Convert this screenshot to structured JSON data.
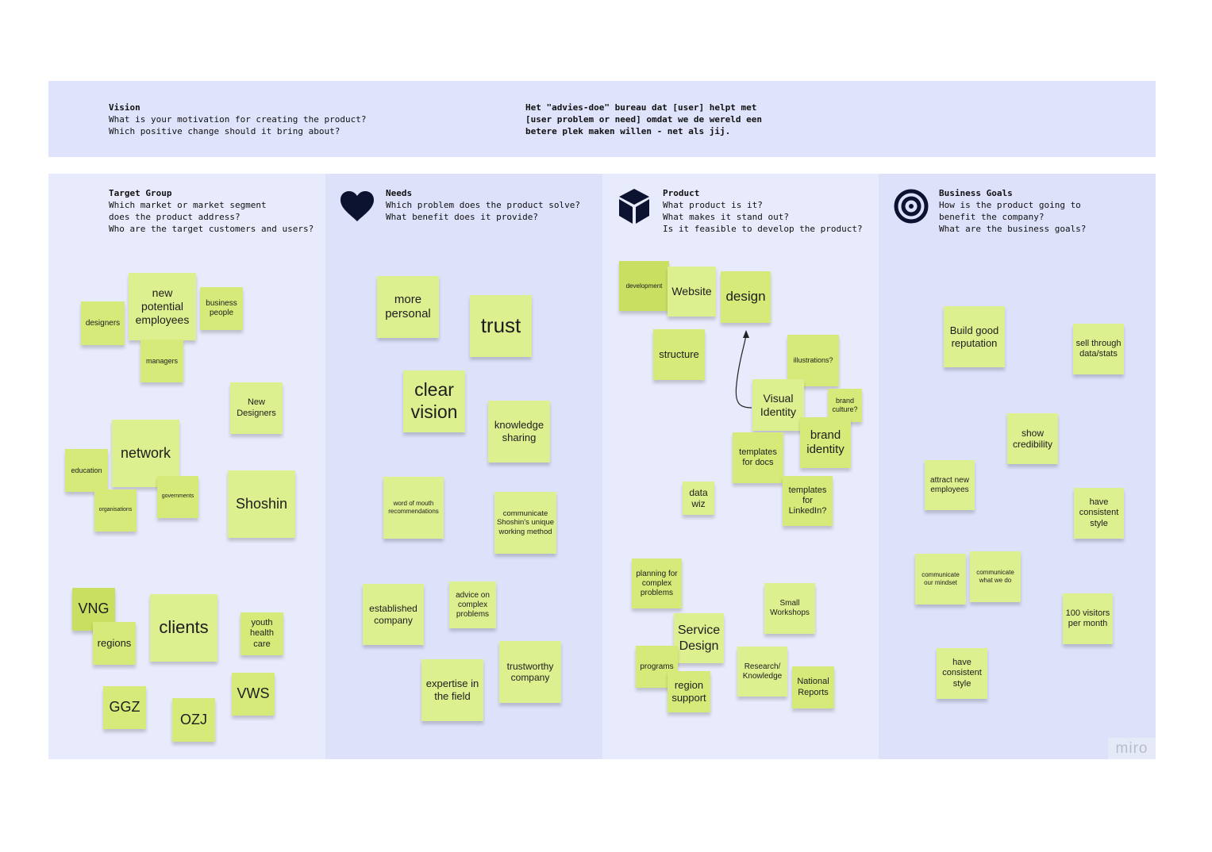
{
  "vision": {
    "title": "Vision",
    "q1": "What is your motivation for creating the product?",
    "q2": "Which positive change should it bring about?",
    "statement_1": "Het \"advies-doe\" bureau dat [user] helpt met",
    "statement_2": "[user problem or need] omdat we de wereld een",
    "statement_3": "betere plek maken willen - net als jij."
  },
  "columns": {
    "target": {
      "title": "Target Group",
      "q1": "Which market or market segment",
      "q2": "does the product address?",
      "q3": "Who are the target customers and users?",
      "notes": [
        "designers",
        "new potential employees",
        "business people",
        "managers",
        "New Designers",
        "education",
        "network",
        "organisations",
        "governments",
        "Shoshin",
        "VNG",
        "regions",
        "clients",
        "youth health care",
        "GGZ",
        "OZJ",
        "VWS"
      ]
    },
    "needs": {
      "title": "Needs",
      "q1": "Which problem does the product solve?",
      "q2": "What benefit does it provide?",
      "icon": "heart-icon",
      "notes": [
        "more personal",
        "trust",
        "clear vision",
        "knowledge sharing",
        "word of mouth recommendations",
        "communicate Shoshin's unique working method",
        "established company",
        "advice on complex problems",
        "expertise in the field",
        "trustworthy company"
      ]
    },
    "product": {
      "title": "Product",
      "q1": "What product is it?",
      "q2": "What makes it stand out?",
      "q3": "Is it feasible to develop the product?",
      "icon": "cube-icon",
      "notes": [
        "development",
        "Website",
        "design",
        "structure",
        "illustrations?",
        "Visual Identity",
        "brand culture?",
        "brand identity",
        "templates for docs",
        "data wiz",
        "templates for LinkedIn?",
        "planning for complex problems",
        "Small Workshops",
        "Service Design",
        "programs",
        "region support",
        "Research/ Knowledge",
        "National Reports"
      ]
    },
    "goals": {
      "title": "Business Goals",
      "q1": "How is the product going to",
      "q2": "benefit the company?",
      "q3": "What are the business goals?",
      "icon": "target-icon",
      "notes": [
        "Build good reputation",
        "sell through data/stats",
        "show credibility",
        "attract new employees",
        "have consistent style",
        "communicate our mindset",
        "communicate what we do",
        "100 visitors per month",
        "have consistent style"
      ]
    }
  },
  "watermark": "miro",
  "colors": {
    "sticky": "#d6ea7a",
    "vision_bg": "#dfe3fb",
    "column_bg": "#e8ebfb",
    "icon": "#0b1330"
  }
}
